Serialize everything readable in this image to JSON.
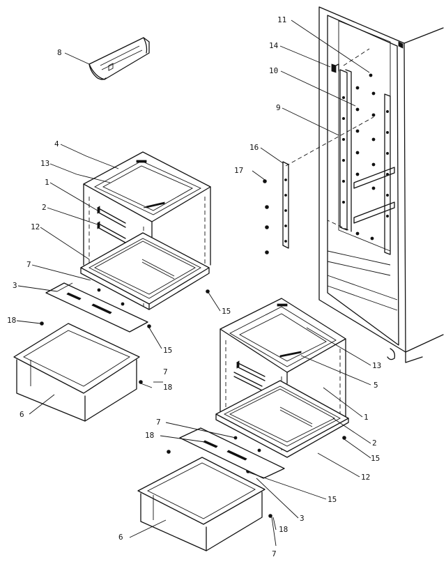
{
  "callouts": {
    "c1a": "1",
    "c1b": "1",
    "c2a": "2",
    "c2b": "2",
    "c3a": "3",
    "c3b": "3",
    "c4": "4",
    "c5": "5",
    "c6a": "6",
    "c6b": "6",
    "c7a": "7",
    "c7b": "7",
    "c7c": "7",
    "c7d": "7",
    "c8": "8",
    "c9": "9",
    "c10": "10",
    "c11": "11",
    "c12a": "12",
    "c12b": "12",
    "c13a": "13",
    "c13b": "13",
    "c14": "14",
    "c15a": "15",
    "c15b": "15",
    "c15c": "15",
    "c15d": "15",
    "c16": "16",
    "c17": "17",
    "c18a": "18",
    "c18b": "18",
    "c18c": "18",
    "c18d": "18"
  }
}
